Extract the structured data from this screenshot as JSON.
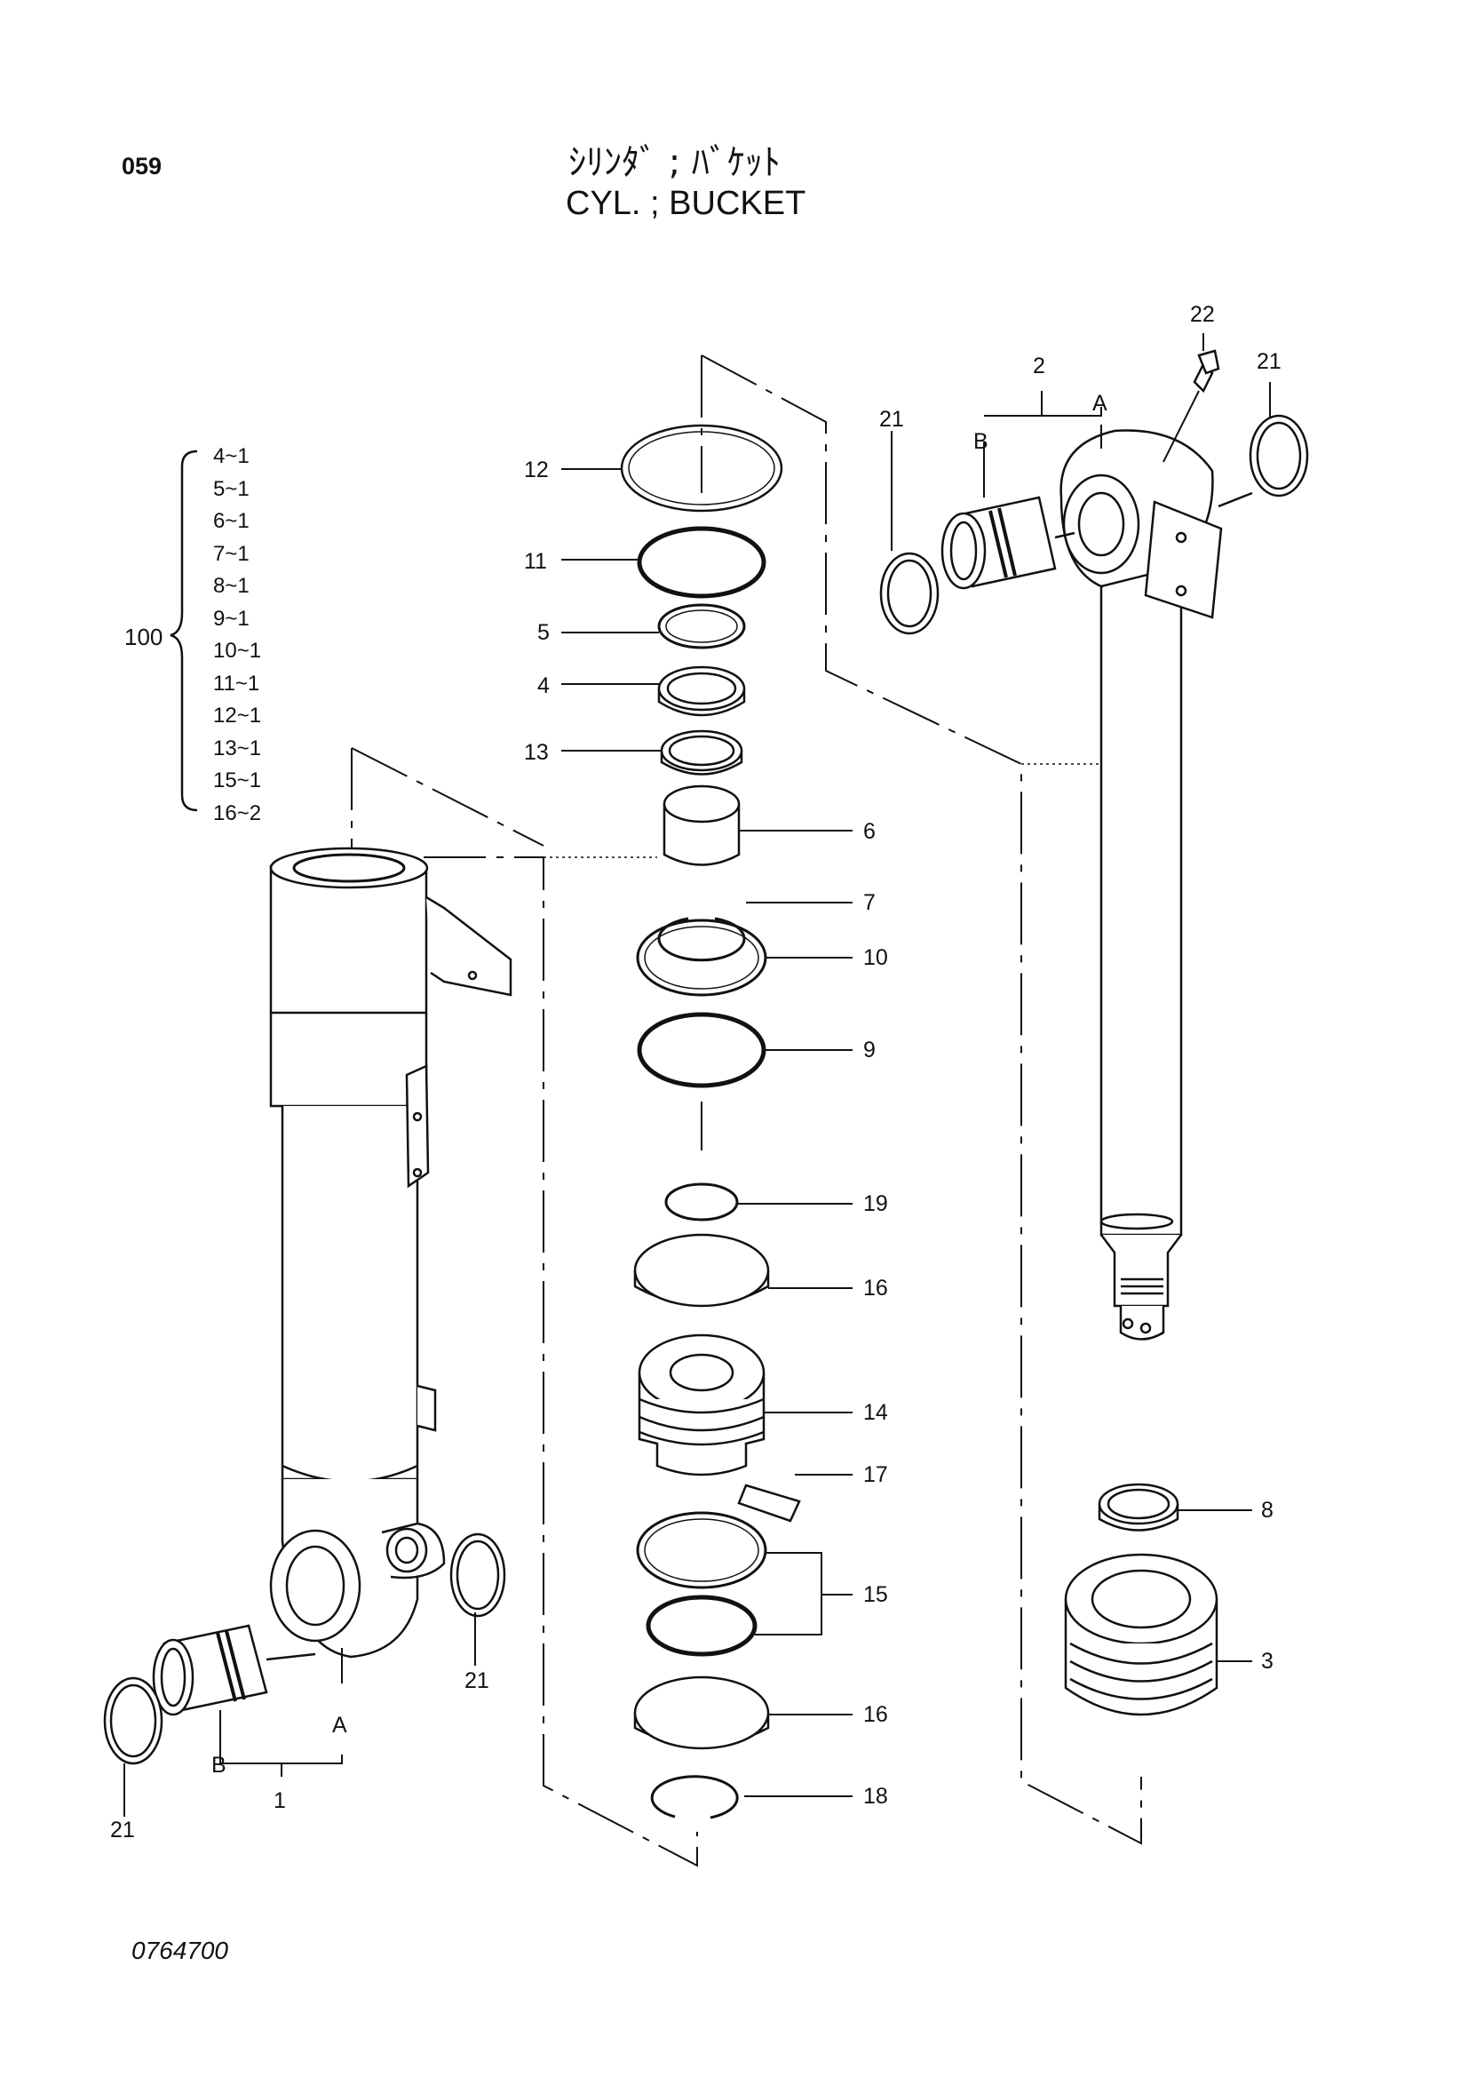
{
  "header": {
    "page_number": "059",
    "title_jp": "ｼﾘﾝﾀﾞ ; ﾊﾞｹｯﾄ",
    "title_en": "CYL. ; BUCKET"
  },
  "kit": {
    "label": "100",
    "items": [
      "4~1",
      "5~1",
      "6~1",
      "7~1",
      "8~1",
      "9~1",
      "10~1",
      "11~1",
      "12~1",
      "13~1",
      "15~1",
      "16~2"
    ]
  },
  "callouts": {
    "c1": "1",
    "c2": "2",
    "c3": "3",
    "c4": "4",
    "c5": "5",
    "c6": "6",
    "c7": "7",
    "c8": "8",
    "c9": "9",
    "c10": "10",
    "c11": "11",
    "c12": "12",
    "c13": "13",
    "c14": "14",
    "c15": "15",
    "c16a": "16",
    "c16b": "16",
    "c17": "17",
    "c18": "18",
    "c19": "19",
    "c21_top_left": "21",
    "c21_top_right": "21",
    "c21_tube": "21",
    "c21_bottom": "21",
    "c22": "22",
    "a_tube": "A",
    "b_tube": "B",
    "a_rod": "A",
    "b_rod": "B"
  },
  "footer": {
    "drawing_number": "0764700"
  }
}
